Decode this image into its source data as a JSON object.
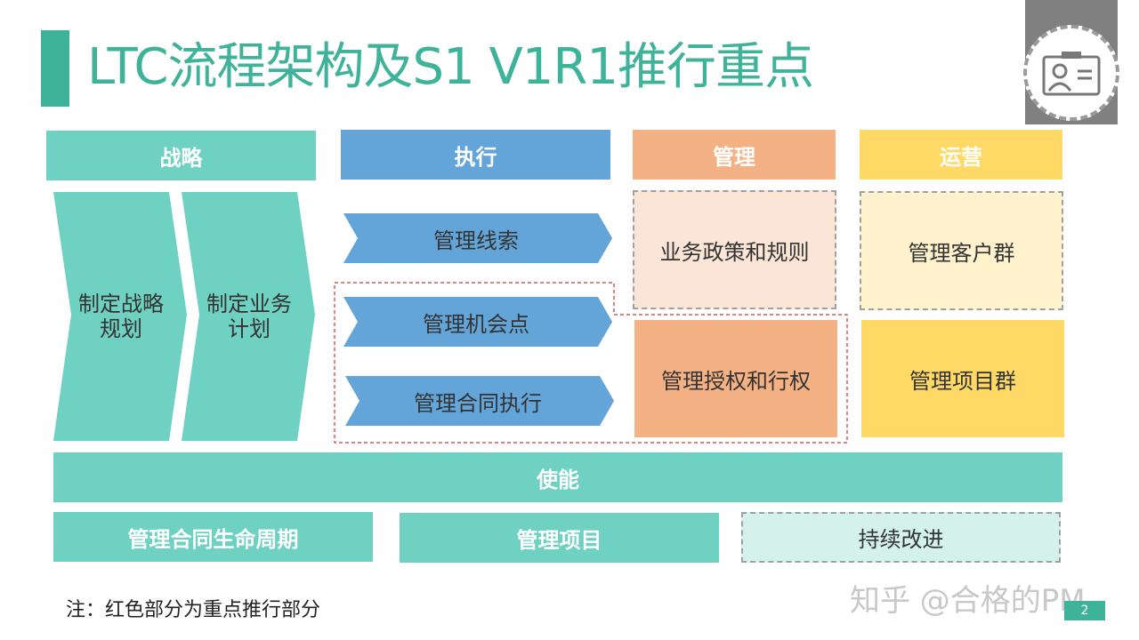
{
  "title": "LTC流程架构及S1 V1R1推行重点",
  "headers": {
    "strategy": "战略",
    "execution": "执行",
    "management": "管理",
    "operation": "运营",
    "enable": "使能"
  },
  "strategy_items": [
    "制定战略规划",
    "制定业务计划"
  ],
  "execution_items": [
    "管理线索",
    "管理机会点",
    "管理合同执行"
  ],
  "management_items": [
    "业务政策和规则",
    "管理授权和行权"
  ],
  "operation_items": [
    "管理客户群",
    "管理项目群"
  ],
  "enable_items": [
    "管理合同生命周期",
    "管理项目",
    "持续改进"
  ],
  "note": "注：红色部分为重点推行部分",
  "watermark": "知乎 @合格的PM",
  "page_number": "2",
  "colors": {
    "accent": "#3fb39a",
    "teal": "#6fd1c1",
    "blue": "#63a5d9",
    "orange": "#f4b183",
    "yellow": "#ffd966",
    "light_orange": "#fbe5d6",
    "light_yellow": "#fff2cc",
    "light_teal": "#d5f1ec",
    "highlight_red": "#d95a5a"
  }
}
